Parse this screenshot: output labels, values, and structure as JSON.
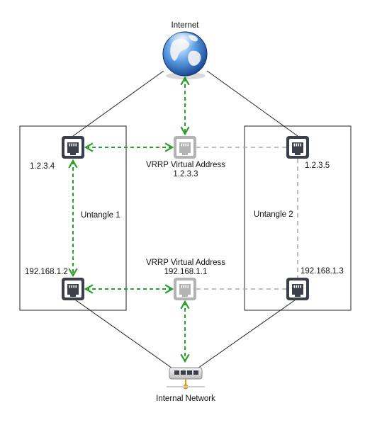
{
  "labels": {
    "internet": "Internet",
    "internal_network": "Internal Network",
    "untangle_1": "Untangle 1",
    "untangle_2": "Untangle 2",
    "wan_ip_1": "1.2.3.4",
    "wan_ip_2": "1.2.3.5",
    "lan_ip_1": "192.168.1.2",
    "lan_ip_2": "192.168.1.3",
    "vrrp_wan_title": "VRRP Virtual Address",
    "vrrp_wan_ip": "1.2.3.3",
    "vrrp_lan_title": "VRRP Virtual Address",
    "vrrp_lan_ip": "192.168.1.1"
  },
  "colors": {
    "active_link": "#2aa02a",
    "inactive_link": "#aaaaaa",
    "port_active": "#3a3f4a",
    "port_inactive": "#b3b3b3",
    "box_border": "#222222"
  },
  "icons": {
    "internet": "globe-icon",
    "internal_network": "switch-icon",
    "port": "ethernet-port-icon"
  }
}
